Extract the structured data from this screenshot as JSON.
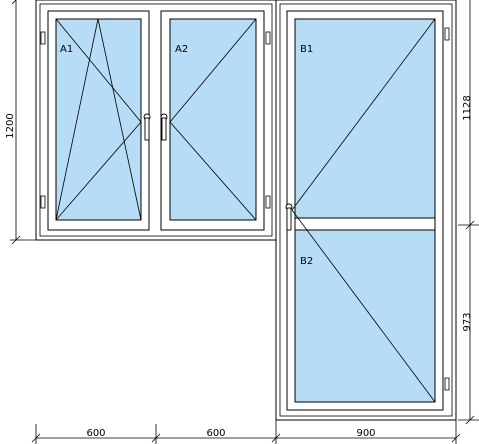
{
  "sashes": {
    "a1": "A1",
    "a2": "A2",
    "b1": "B1",
    "b2": "B2"
  },
  "dimensions": {
    "window_height": "1200",
    "door_upper_height": "1128",
    "door_lower_height": "973",
    "width_a1": "600",
    "width_a2": "600",
    "width_door": "900"
  },
  "colors": {
    "glass": "#b6dcf6",
    "frame": "#ffffff",
    "line": "#000000"
  }
}
